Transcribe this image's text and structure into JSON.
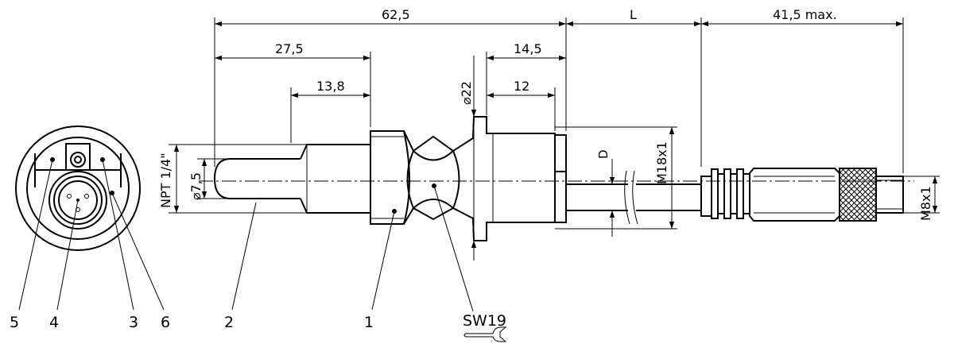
{
  "dimensions": {
    "d1": "62,5",
    "d2": "L",
    "d3": "41,5 max.",
    "d4": "27,5",
    "d5": "14,5",
    "d6": "13,8",
    "d7": "12",
    "dia22": "⌀22",
    "dia7_5": "⌀7,5",
    "npt": "NPT 1/4\"",
    "cable_d": "D",
    "m18": "M18x1",
    "m8": "M8x1"
  },
  "callouts": {
    "c5": "5",
    "c4": "4",
    "c3": "3",
    "c6": "6",
    "c2": "2",
    "c1": "1",
    "sw": "SW19"
  }
}
